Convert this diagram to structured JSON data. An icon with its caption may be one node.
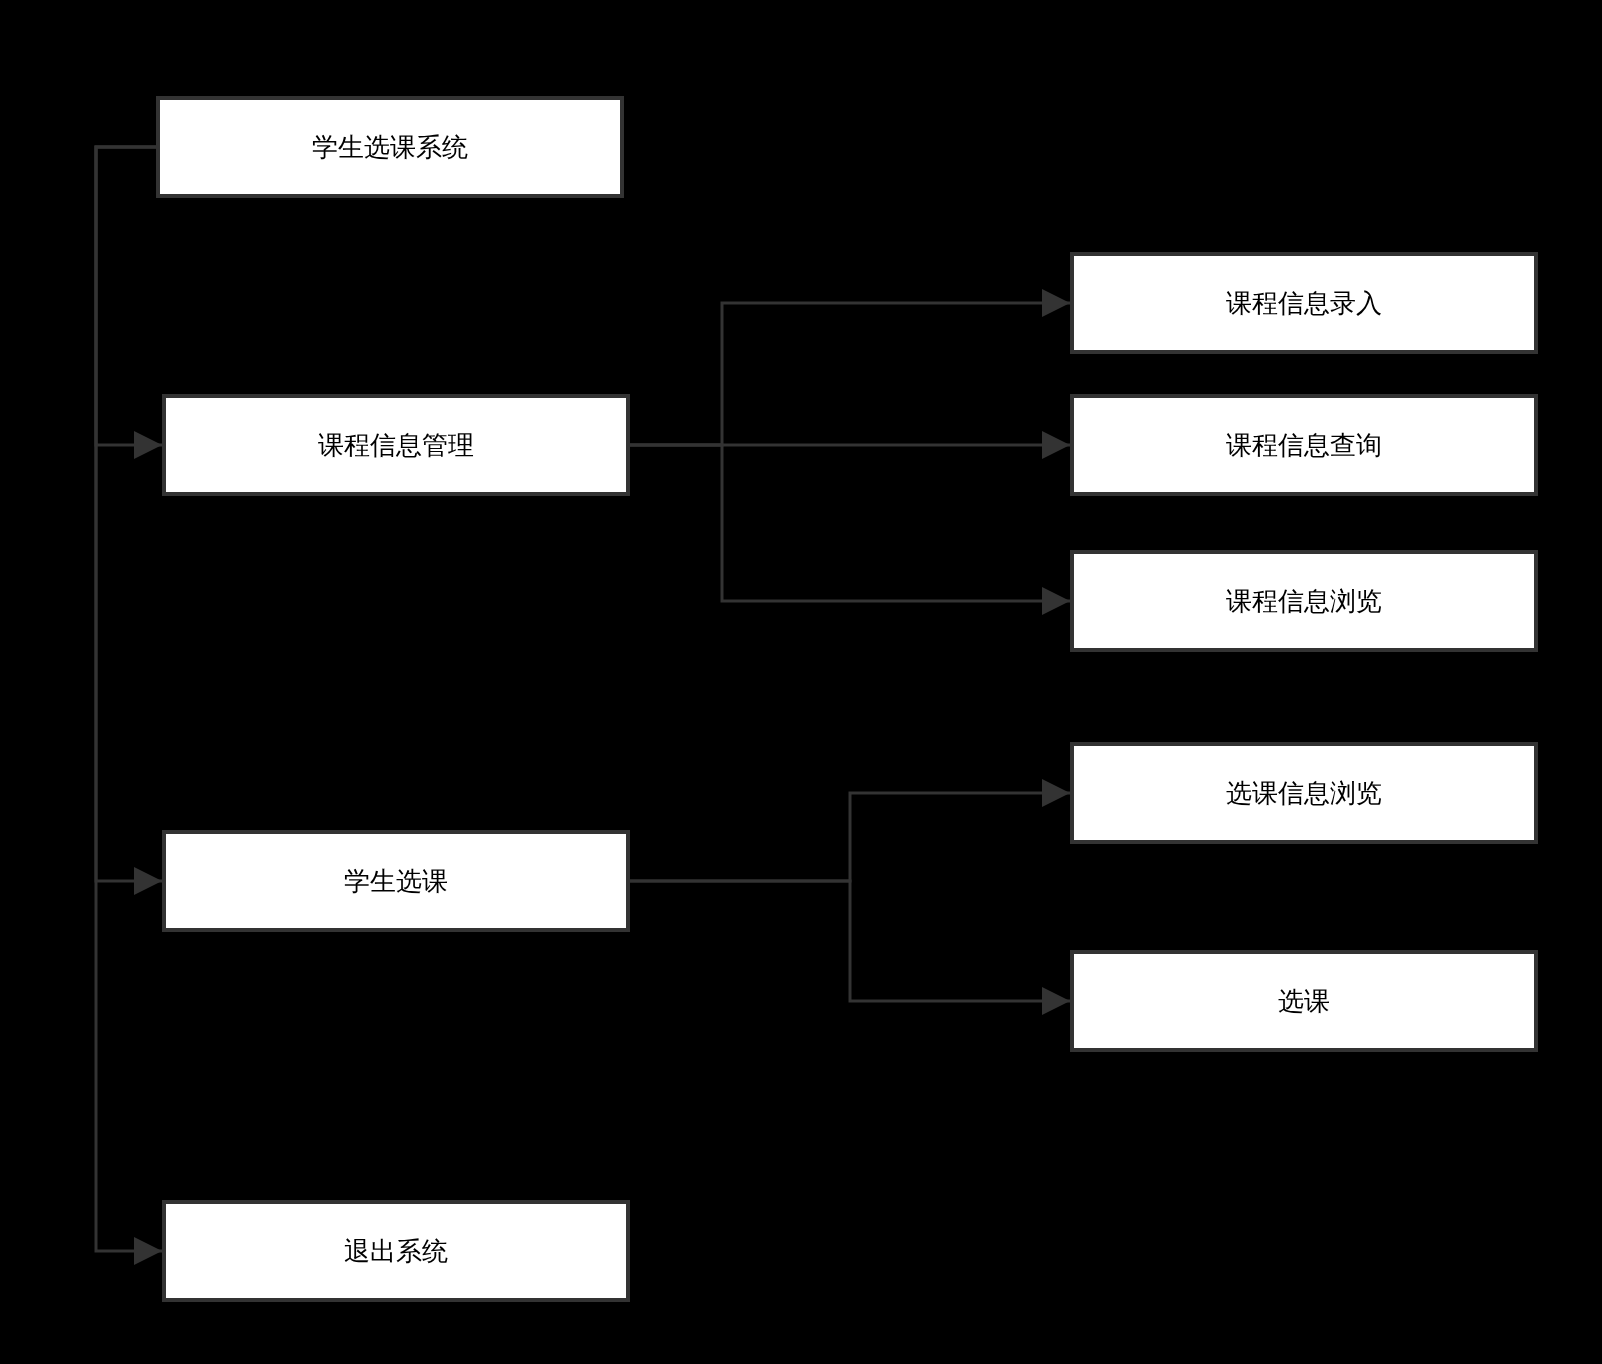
{
  "diagram": {
    "nodes": [
      {
        "text": [
          "学生选课系统"
        ]
      },
      {
        "text": [
          "课程信息管理"
        ]
      },
      {
        "text": [
          "课程信息录入"
        ]
      },
      {
        "text": [
          "课程信息查询"
        ]
      },
      {
        "text": [
          "课程信息浏览"
        ]
      },
      {
        "text": [
          "学生选课"
        ]
      },
      {
        "text": [
          "选课信息浏览"
        ]
      },
      {
        "text": [
          "选课"
        ]
      },
      {
        "text": [
          "退出系统"
        ]
      }
    ],
    "edges": [
      {
        "from": 0,
        "to": 1,
        "arrow": "to"
      },
      {
        "from": 0,
        "to": 5,
        "arrow": "to"
      },
      {
        "from": 0,
        "to": 8,
        "arrow": "to"
      },
      {
        "from": 1,
        "to": 2,
        "arrow": "to"
      },
      {
        "from": 1,
        "to": 3,
        "arrow": "to"
      },
      {
        "from": 1,
        "to": 4,
        "arrow": "to"
      },
      {
        "from": 5,
        "to": 6,
        "arrow": "to"
      },
      {
        "from": 5,
        "to": 7,
        "arrow": "to"
      }
    ]
  }
}
